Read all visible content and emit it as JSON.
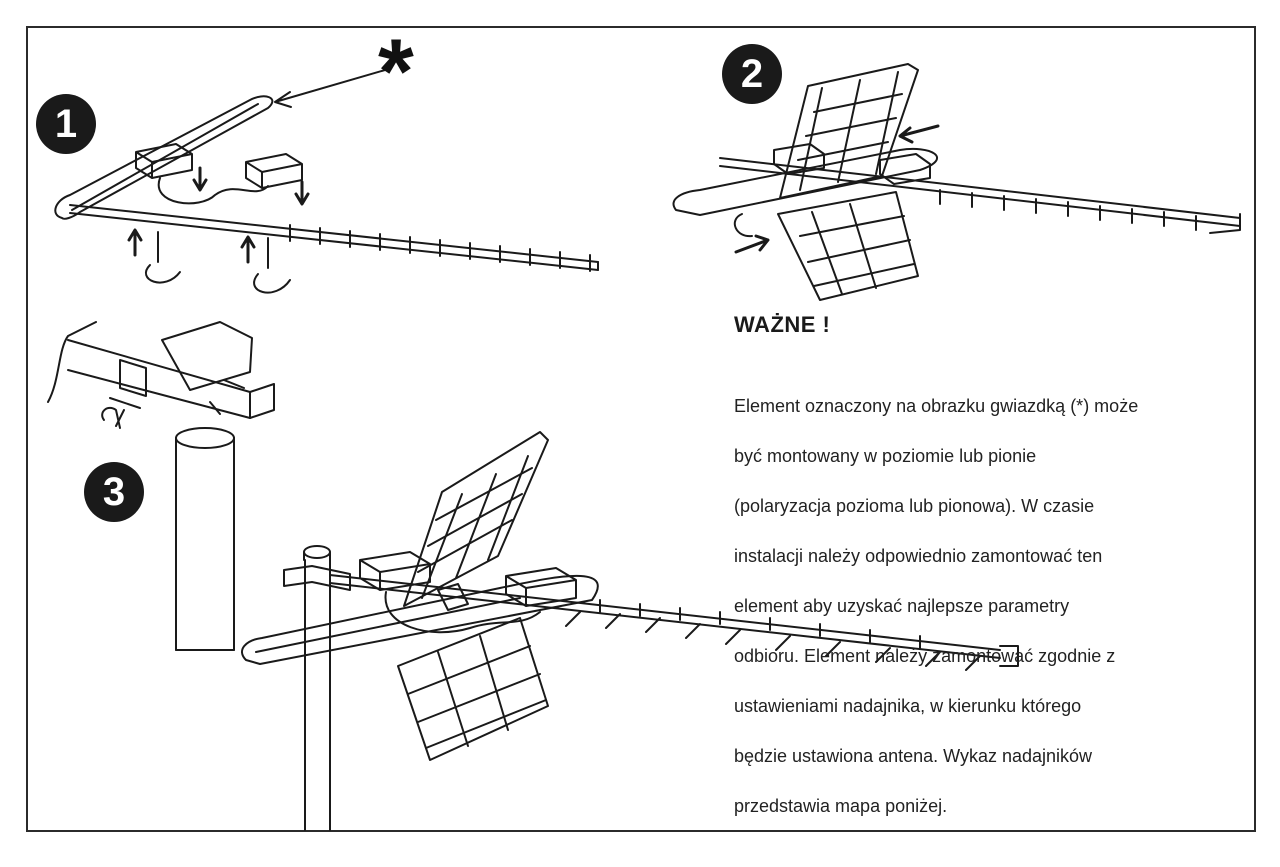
{
  "steps": {
    "step1": "1",
    "step2": "2",
    "step3": "3"
  },
  "marker": "*",
  "notice": {
    "heading": "WAŻNE !",
    "lines": [
      "Element oznaczony na obrazku gwiazdką (*) może",
      "być montowany w poziomie lub pionie",
      "(polaryzacja pozioma lub pionowa). W czasie",
      "instalacji należy odpowiednio zamontować ten",
      "element aby uzyskać najlepsze parametry",
      "odbioru. Element należy zamontować zgodnie z",
      "ustawieniami nadajnika, w kierunku którego",
      "będzie ustawiona antena. Wykaz nadajników",
      "przedstawia mapa poniżej."
    ]
  },
  "colors": {
    "ink": "#1a1a1a",
    "badge": "#1a1a1a",
    "paper": "#ffffff"
  }
}
